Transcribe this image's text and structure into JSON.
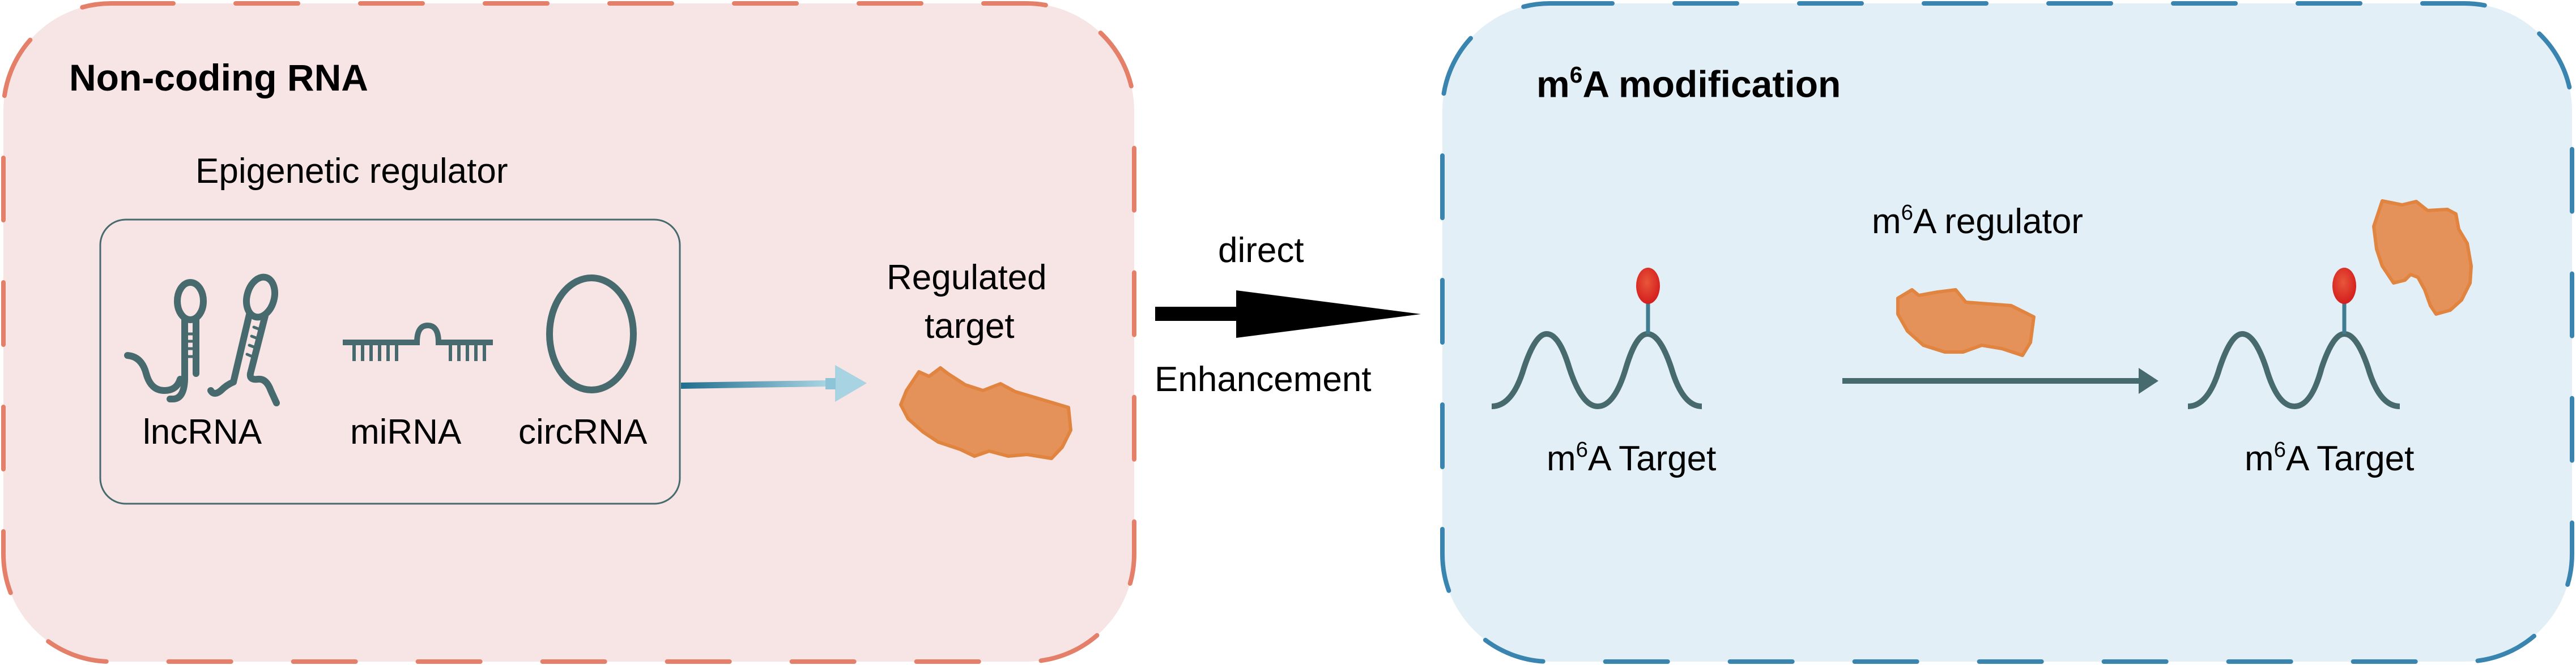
{
  "colors": {
    "left_panel_fill": "#F7E4E4",
    "left_panel_border": "#E4806A",
    "right_panel_fill": "#E2EFF7",
    "right_panel_border": "#3A85B0",
    "rna_icon": "#476A6E",
    "protein": "#E5925A",
    "protein_shadow": "#E0843F",
    "m6a_mark": "#D9302A",
    "main_arrow": "#000000"
  },
  "left_panel": {
    "title": "Non-coding RNA",
    "group_label": "Epigenetic regulator",
    "rna_types": [
      {
        "label": "lncRNA",
        "icon": "lncrna-hairpin-icon"
      },
      {
        "label": "miRNA",
        "icon": "mirna-duplex-icon"
      },
      {
        "label": "circRNA",
        "icon": "circrna-ring-icon"
      }
    ],
    "target_label_line1": "Regulated",
    "target_label_line2": "target"
  },
  "connector": {
    "label_top": "direct",
    "label_bottom": "Enhancement"
  },
  "right_panel": {
    "title_prefix": "m",
    "title_sup": "6",
    "title_suffix": "A modification",
    "regulator_prefix": "m",
    "regulator_sup": "6",
    "regulator_suffix": "A regulator",
    "target_left_prefix": "m",
    "target_left_sup": "6",
    "target_left_suffix": "A Target",
    "target_right_prefix": "m",
    "target_right_sup": "6",
    "target_right_suffix": "A Target"
  }
}
